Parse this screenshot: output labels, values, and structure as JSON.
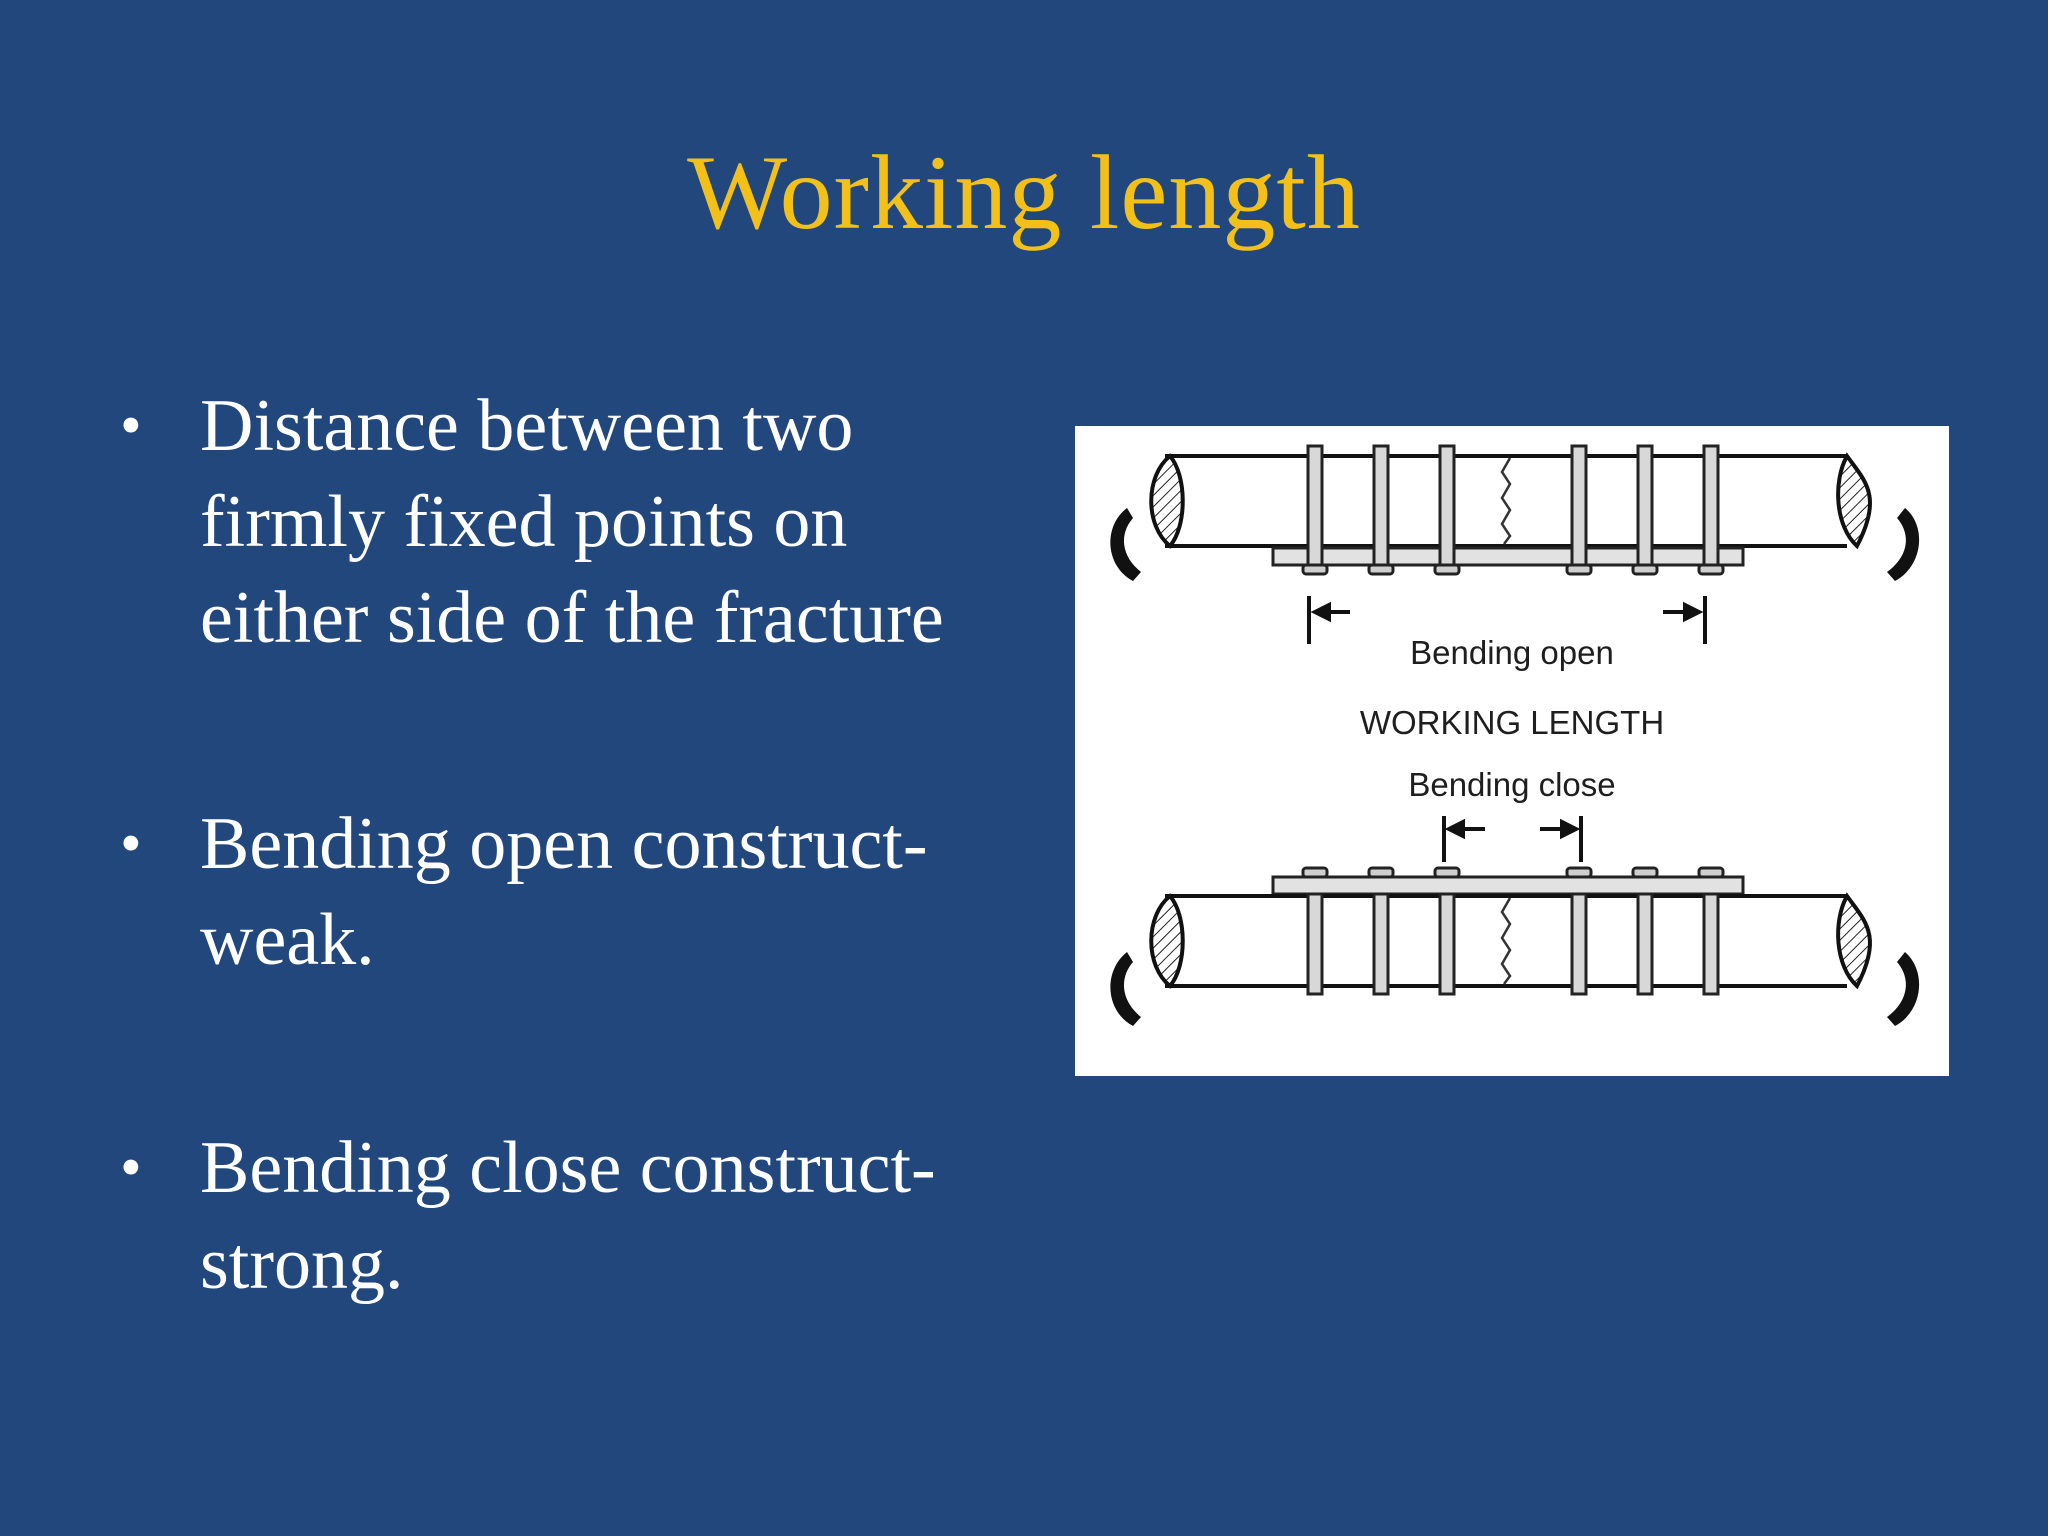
{
  "slide": {
    "title": "Working length",
    "bullets": [
      {
        "lines": [
          "Distance between two",
          "firmly fixed points on",
          "either side of the fracture"
        ]
      },
      {
        "lines": [
          "Bending open construct-",
          "weak."
        ]
      },
      {
        "lines": [
          "Bending close construct-",
          "strong."
        ]
      }
    ],
    "bullet_glyph": "•",
    "colors": {
      "background": "#21477d",
      "title": "#f2c018",
      "text": "#ffffff"
    }
  },
  "figure": {
    "labels": {
      "top": "Bending open",
      "middle": "WORKING LENGTH",
      "bottom": "Bending close"
    }
  }
}
